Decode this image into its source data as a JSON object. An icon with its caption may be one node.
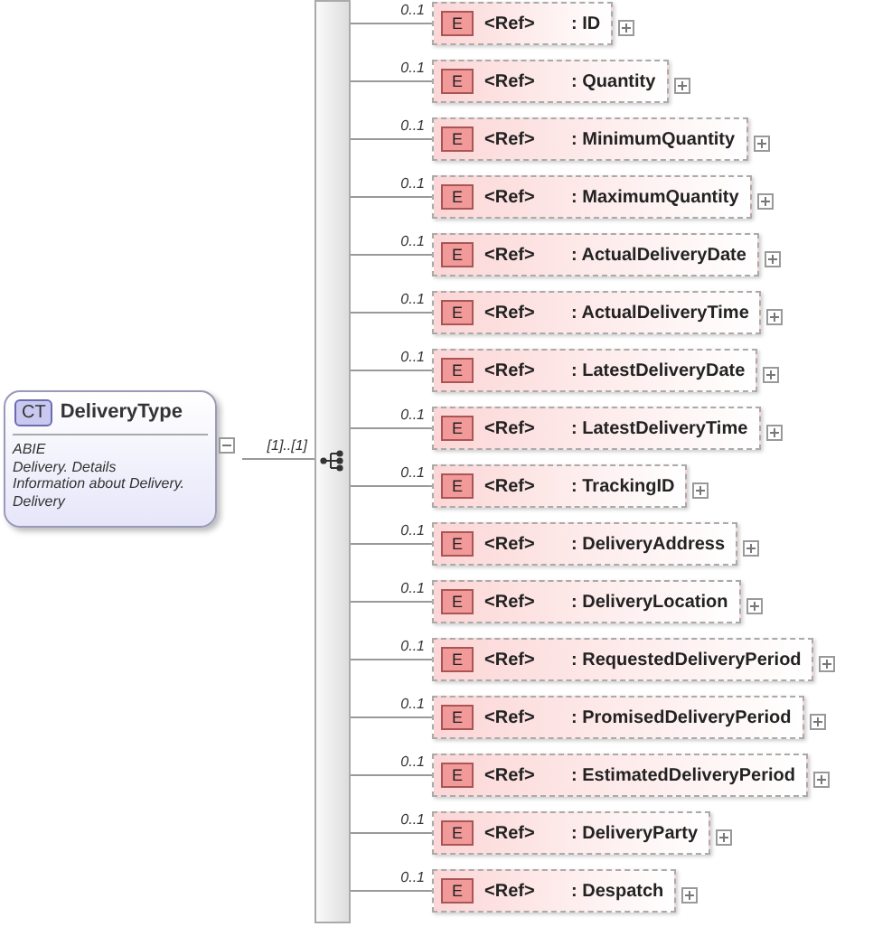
{
  "diagram": {
    "nodes": [
      {
        "text": [
          "CT",
          "DeliveryType",
          "ABIE",
          "Delivery. Details",
          "Information about Delivery. Delivery"
        ]
      },
      {
        "text": [],
        "shape": "bar"
      },
      {
        "text": [
          "E",
          "<Ref>",
          ": ID"
        ]
      },
      {
        "text": [
          "E",
          "<Ref>",
          ": Quantity"
        ]
      },
      {
        "text": [
          "E",
          "<Ref>",
          ": MinimumQuantity"
        ]
      },
      {
        "text": [
          "E",
          "<Ref>",
          ": MaximumQuantity"
        ]
      },
      {
        "text": [
          "E",
          "<Ref>",
          ": ActualDeliveryDate"
        ]
      },
      {
        "text": [
          "E",
          "<Ref>",
          ": ActualDeliveryTime"
        ]
      },
      {
        "text": [
          "E",
          "<Ref>",
          ": LatestDeliveryDate"
        ]
      },
      {
        "text": [
          "E",
          "<Ref>",
          ": LatestDeliveryTime"
        ]
      },
      {
        "text": [
          "E",
          "<Ref>",
          ": TrackingID"
        ]
      },
      {
        "text": [
          "E",
          "<Ref>",
          ": DeliveryAddress"
        ]
      },
      {
        "text": [
          "E",
          "<Ref>",
          ": DeliveryLocation"
        ]
      },
      {
        "text": [
          "E",
          "<Ref>",
          ": RequestedDeliveryPeriod"
        ]
      },
      {
        "text": [
          "E",
          "<Ref>",
          ": PromisedDeliveryPeriod"
        ]
      },
      {
        "text": [
          "E",
          "<Ref>",
          ": EstimatedDeliveryPeriod"
        ]
      },
      {
        "text": [
          "E",
          "<Ref>",
          ": DeliveryParty"
        ]
      },
      {
        "text": [
          "E",
          "<Ref>",
          ": Despatch"
        ]
      }
    ],
    "edges": [
      {
        "from": 0,
        "to": 1,
        "arrow": "none",
        "label": "[1]..[1]"
      },
      {
        "from": 1,
        "to": 2,
        "arrow": "none",
        "label": "0..1"
      },
      {
        "from": 1,
        "to": 3,
        "arrow": "none",
        "label": "0..1"
      },
      {
        "from": 1,
        "to": 4,
        "arrow": "none",
        "label": "0..1"
      },
      {
        "from": 1,
        "to": 5,
        "arrow": "none",
        "label": "0..1"
      },
      {
        "from": 1,
        "to": 6,
        "arrow": "none",
        "label": "0..1"
      },
      {
        "from": 1,
        "to": 7,
        "arrow": "none",
        "label": "0..1"
      },
      {
        "from": 1,
        "to": 8,
        "arrow": "none",
        "label": "0..1"
      },
      {
        "from": 1,
        "to": 9,
        "arrow": "none",
        "label": "0..1"
      },
      {
        "from": 1,
        "to": 10,
        "arrow": "none",
        "label": "0..1"
      },
      {
        "from": 1,
        "to": 11,
        "arrow": "none",
        "label": "0..1"
      },
      {
        "from": 1,
        "to": 12,
        "arrow": "none",
        "label": "0..1"
      },
      {
        "from": 1,
        "to": 13,
        "arrow": "none",
        "label": "0..1"
      },
      {
        "from": 1,
        "to": 14,
        "arrow": "none",
        "label": "0..1"
      },
      {
        "from": 1,
        "to": 15,
        "arrow": "none",
        "label": "0..1"
      },
      {
        "from": 1,
        "to": 16,
        "arrow": "none",
        "label": "0..1"
      },
      {
        "from": 1,
        "to": 17,
        "arrow": "none",
        "label": "0..1"
      }
    ]
  }
}
